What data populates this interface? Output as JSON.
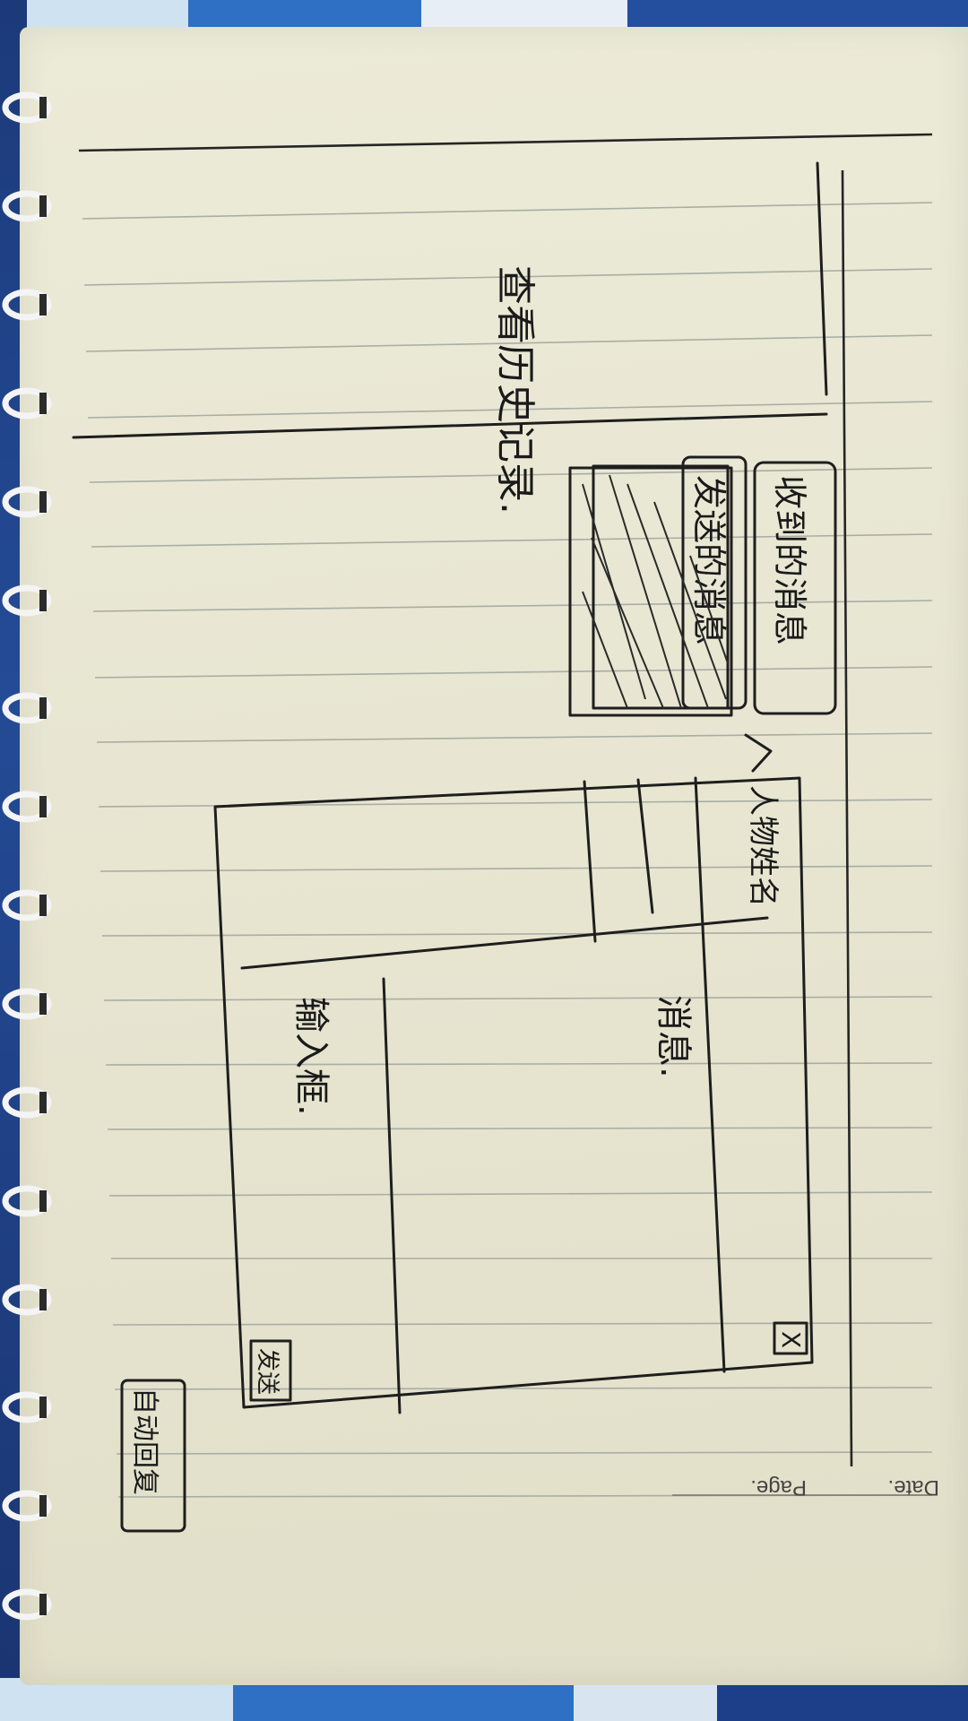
{
  "sketch": {
    "sidebar_label": "查看历史记录.",
    "received_messages_label": "收到的消息",
    "sent_messages_label": "发送的消息",
    "contact_name": "人物姓名",
    "message_area_label": "消息.",
    "close_symbol": "X",
    "input_box_label": "输入框.",
    "send_button_label": "发送",
    "bottom_button_label": "自动回复",
    "printed_date_label": "Date.",
    "printed_page_label": "Page."
  },
  "colors": {
    "paper": "#e7e5d0",
    "ink": "#1e1e1e",
    "rule_lines": "#a9ada6"
  }
}
